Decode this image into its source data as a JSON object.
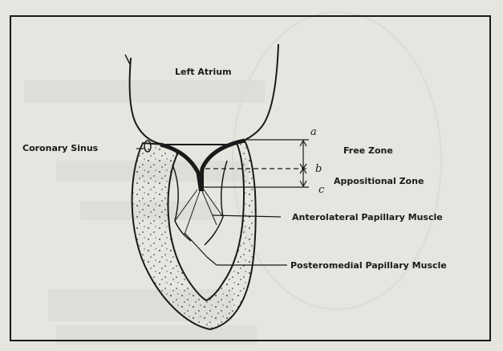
{
  "labels": {
    "left_atrium": "Left Atrium",
    "coronary_sinus": "Coronary Sinus",
    "free_zone": "Free Zone",
    "appositional_zone": "Appositional Zone",
    "anterolateral": "Anterolateral Papillary Muscle",
    "posteromedial": "Posteromedial Papillary Muscle"
  },
  "markers": {
    "a": "a",
    "b": "b",
    "c": "c"
  },
  "colors": {
    "paper": "#e6e5e0",
    "ink": "#1a1a1a",
    "ghost": "#d2d1cb"
  }
}
